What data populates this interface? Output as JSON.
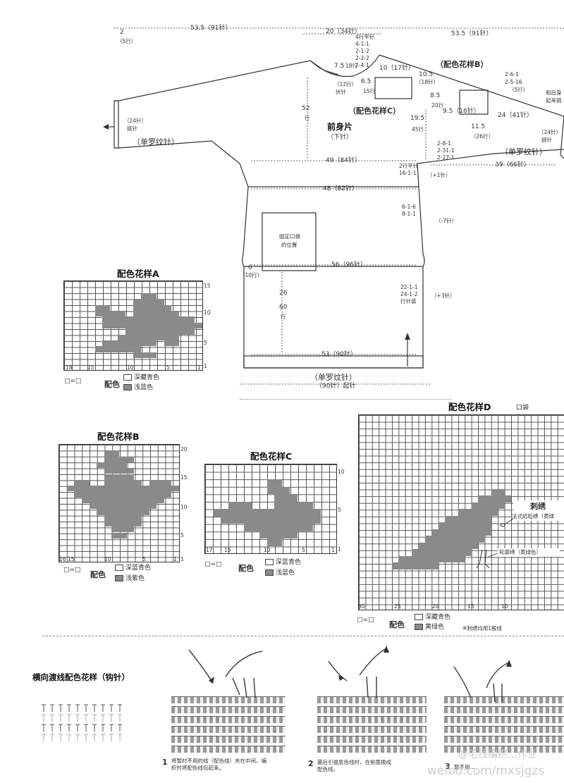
{
  "colors": {
    "dark": "#8a8a8a",
    "line": "#333333"
  },
  "garment": {
    "top_left_width": "53.5（91针）",
    "top_mid_width": "20（34针）",
    "top_right_width": "53.5（91针）",
    "left_cuff_rows_a": "2",
    "left_cuff_rows_b": "（5行）",
    "neck_rows": "4行平针",
    "neck_dec": [
      "4-1-1",
      "2-1-2",
      "2-2-2",
      "2-4-1"
    ],
    "neck_depth_a": "7.5",
    "neck_depth_b": "18行",
    "neck_rows_b": "（12行）",
    "neck_bind": "伏针",
    "neck_side_a": "6.5",
    "neck_side_b": "15行",
    "chart_b_label": "（配色花样B）",
    "chart_c_label": "（配色花样C）",
    "chart_c_w": "10（17针）",
    "side_a": "10.5",
    "side_b": "（18针）",
    "chart_b_off_a": "8.5",
    "chart_b_off_b": "20行",
    "chart_b_w": "9.5（16针）",
    "sleeve_inc": [
      "2-6-1",
      "2-5-16",
      "（5行）"
    ],
    "body_len_a": "52",
    "body_len_b": "行",
    "body_name": "前身片",
    "body_sub": "（下针）",
    "cuff_st": "（24针）",
    "cuff_pick": "挑针",
    "cuff_rib": "（单罗纹针）",
    "armhole_a": "19.5",
    "armhole_b": "45行",
    "armhole_dec": [
      "2-8-1",
      "2-31-1",
      "2-27-1"
    ],
    "right_cuff_w": "24（41针）",
    "right_cuff_rows_a": "11.5",
    "right_cuff_rows_b": "（26行）",
    "right_cuff_st": "（24针）",
    "right_cuff_pick": "挑针",
    "right_rib": "（单罗纹针）",
    "right_note_a": "和后身",
    "right_note_b": "起来挑",
    "chest_w": "49（84针）",
    "underarm_rows": "2行平针",
    "underarm_dec": "16-1-1",
    "underarm_add": "（+1针）",
    "right_sleeve_w": "39（66针）",
    "waist_w": "48（82针）",
    "waist_dec": [
      "6-1-6",
      "8-1-1"
    ],
    "waist_minus": "（-7针）",
    "pocket_a": "固定口袋",
    "pocket_b": "的位置",
    "hip_w": "56（96针）",
    "hip_side_a": "6",
    "hip_side_b": "（10行）",
    "lower_len_a": "26",
    "lower_len_b": "60",
    "lower_len_c": "行",
    "lower_inc": [
      "22-1-1",
      "24-1-2",
      "行针装"
    ],
    "lower_plus": "（+3针）",
    "hem_w": "53（90针）",
    "hem_rib": "（单罗纹针）",
    "hem_cast": "（90针）起针"
  },
  "chart_a": {
    "title": "配色花样A",
    "row_labels": [
      "15",
      "10",
      "5",
      "1"
    ],
    "col_labels": [
      "18",
      "15",
      "10",
      "5",
      "1"
    ],
    "legend_key": "□=□",
    "legend_title": "配色",
    "legend_items": [
      "深藏青色",
      "浅蓝色"
    ]
  },
  "chart_b": {
    "title": "配色花样B",
    "row_labels": [
      "20",
      "15",
      "10",
      "5",
      "1"
    ],
    "col_labels": [
      "16",
      "15",
      "10",
      "5",
      "1"
    ],
    "legend_key": "□=□",
    "legend_title": "配色",
    "legend_items": [
      "深蓝青色",
      "浅紫色"
    ]
  },
  "chart_c": {
    "title": "配色花样C",
    "row_labels": [
      "10",
      "5",
      "1"
    ],
    "col_labels": [
      "17",
      "15",
      "10",
      "5",
      "1"
    ],
    "legend_key": "□=□",
    "legend_title": "配色",
    "legend_items": [
      "深蓝青色",
      "浅蓝色"
    ]
  },
  "chart_d": {
    "title": "配色花样D",
    "subtitle": "口袋",
    "emb_title": "刺绣",
    "emb_eye": "法式结粒绣（黄绿",
    "emb_legs": "轮廓绣（黄绿色）",
    "col_labels": [
      "30",
      "25",
      "20",
      "15",
      "10"
    ],
    "legend_key": "□=□",
    "legend_title": "配色",
    "legend_items": [
      "深藏青色",
      "黄绿色"
    ],
    "note": "※刺绣均用1股线"
  },
  "crochet": {
    "title": "横向渡线配色花样（钩针）",
    "steps": [
      {
        "num": "1",
        "text": "将暂时不用的线（配色线）夹在中间，编织时将配色线包起来。"
      },
      {
        "num": "2",
        "text": "最后引拔底色线时，在前面换成配色线。"
      },
      {
        "num": "3",
        "text": "暂不用…"
      }
    ]
  },
  "watermark": {
    "line1": "@毛线编织…作业",
    "line2": "weibo.com/mxsjgzs"
  }
}
